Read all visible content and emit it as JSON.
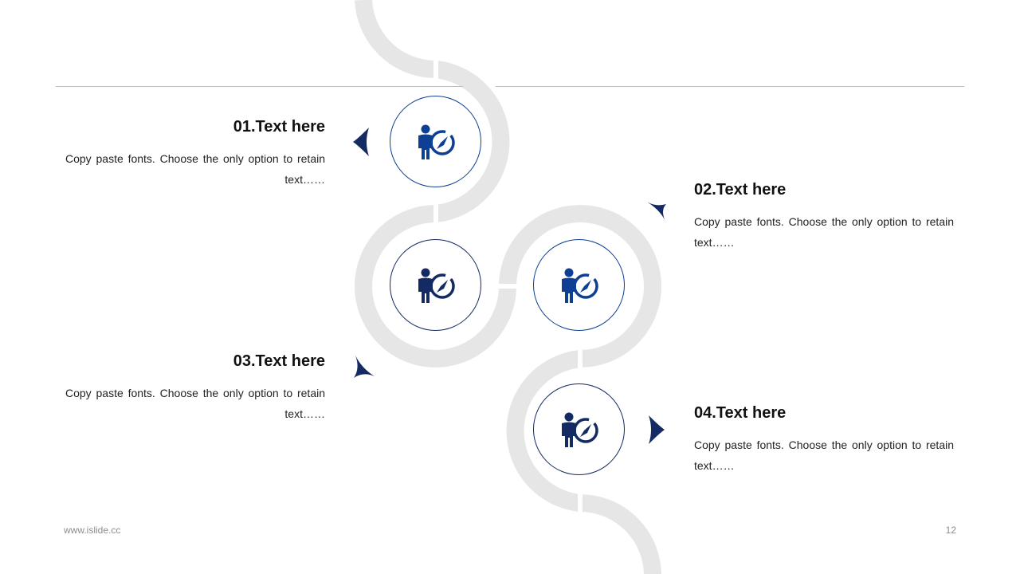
{
  "colors": {
    "primary": "#0d3f94",
    "dark": "#142a63",
    "track": "#e6e6e6",
    "rule": "#bfbfbf"
  },
  "items": [
    {
      "title": "01.Text here",
      "desc_line1": "Copy paste fonts. Choose the only option to retain",
      "desc_line2": "text……",
      "icon": "businessman-compass-icon"
    },
    {
      "title": "02.Text here",
      "desc_line1": "Copy paste fonts. Choose the only option to retain",
      "desc_line2": "text……",
      "icon": "businessman-compass-icon"
    },
    {
      "title": "03.Text here",
      "desc_line1": "Copy paste fonts. Choose the only option to retain",
      "desc_line2": "text……",
      "icon": "businessman-compass-icon"
    },
    {
      "title": "04.Text here",
      "desc_line1": "Copy paste fonts. Choose the only option to retain",
      "desc_line2": "text……",
      "icon": "businessman-compass-icon"
    }
  ],
  "footer": {
    "website": "www.islide.cc",
    "page_number": "12"
  }
}
